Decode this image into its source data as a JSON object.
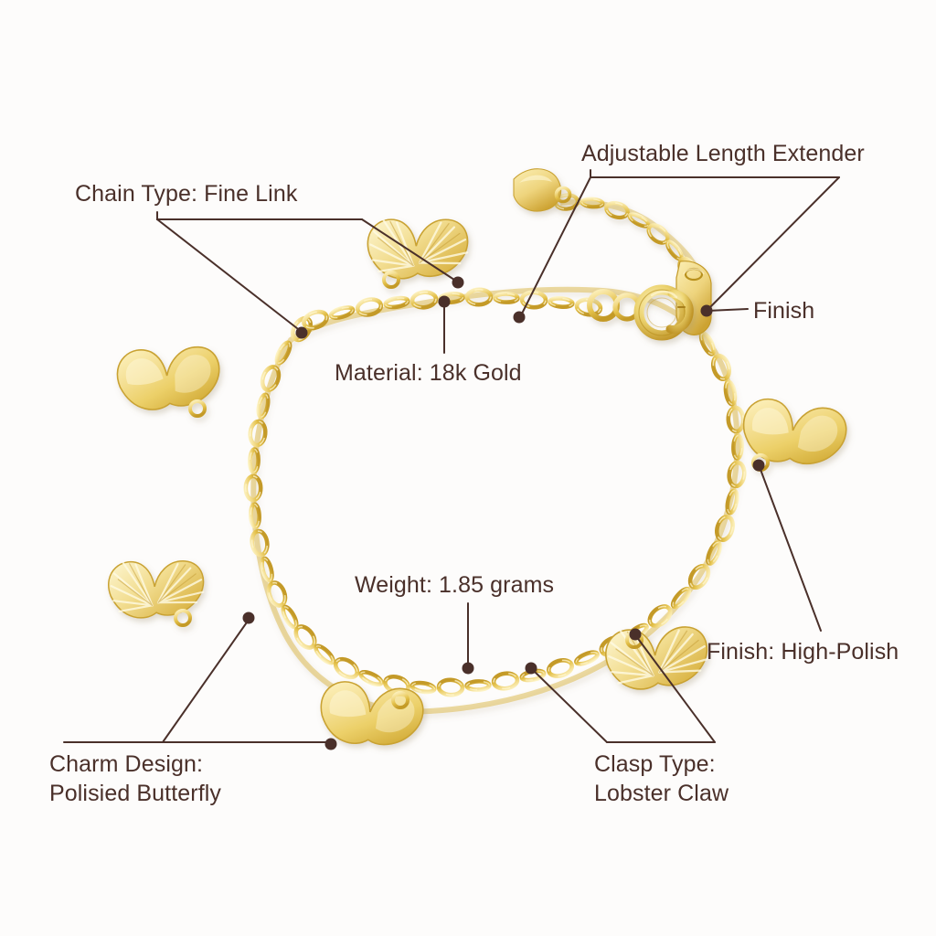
{
  "image": {
    "subject": "gold charm bracelet",
    "background_color": "#fdfcfb",
    "annotation_color": "#4a302a",
    "gold_light": "#f7e9a8",
    "gold_mid": "#e8c75a",
    "gold_dark": "#c49a28",
    "gold_shadow": "#a87f1c"
  },
  "annotations": [
    {
      "id": "chain-type",
      "text": "Chain Type: Fine Link",
      "leader": "bracket",
      "anchor_points": [
        [
          330,
          365
        ],
        [
          500,
          310
        ]
      ]
    },
    {
      "id": "adjustable-length-extender",
      "text": "Adjustable Length Extender",
      "leader": "bracket",
      "anchor_points": [
        [
          568,
          347
        ],
        [
          772,
          340
        ]
      ]
    },
    {
      "id": "material",
      "text": "Material: 18k Gold",
      "leader": "vertical",
      "anchor_points": [
        [
          486,
          328
        ]
      ]
    },
    {
      "id": "finish",
      "text": "Finish",
      "leader": "horizontal",
      "anchor_points": [
        [
          772,
          340
        ]
      ]
    },
    {
      "id": "weight",
      "text": "Weight: 1.85 grams",
      "leader": "vertical",
      "anchor_points": [
        [
          512,
          731
        ]
      ]
    },
    {
      "id": "finish-high-polish",
      "text": "Finish: High-Polish",
      "leader": "diagonal",
      "anchor_points": [
        [
          829,
          509
        ]
      ]
    },
    {
      "id": "charm-design",
      "text": "Charm Design:\nPolisied Butterfly",
      "leader": "bracket",
      "anchor_points": [
        [
          272,
          676
        ],
        [
          362,
          818
        ]
      ]
    },
    {
      "id": "clasp-type",
      "text": "Clasp Type:\nLobster Claw",
      "leader": "bracket",
      "anchor_points": [
        [
          581,
          731
        ],
        [
          694,
          694
        ]
      ]
    }
  ],
  "chart_data": {
    "type": "table",
    "title": "Gold Charm Bracelet Specifications",
    "categories": [
      "Chain Type",
      "Adjustable Length Extender",
      "Material",
      "Finish",
      "Weight",
      "Finish",
      "Charm Design",
      "Clasp Type"
    ],
    "values": [
      "Fine Link",
      "",
      "18k Gold",
      "",
      "1.85 grams",
      "High-Polish",
      "Polisied Butterfly",
      "Lobster Claw"
    ]
  }
}
